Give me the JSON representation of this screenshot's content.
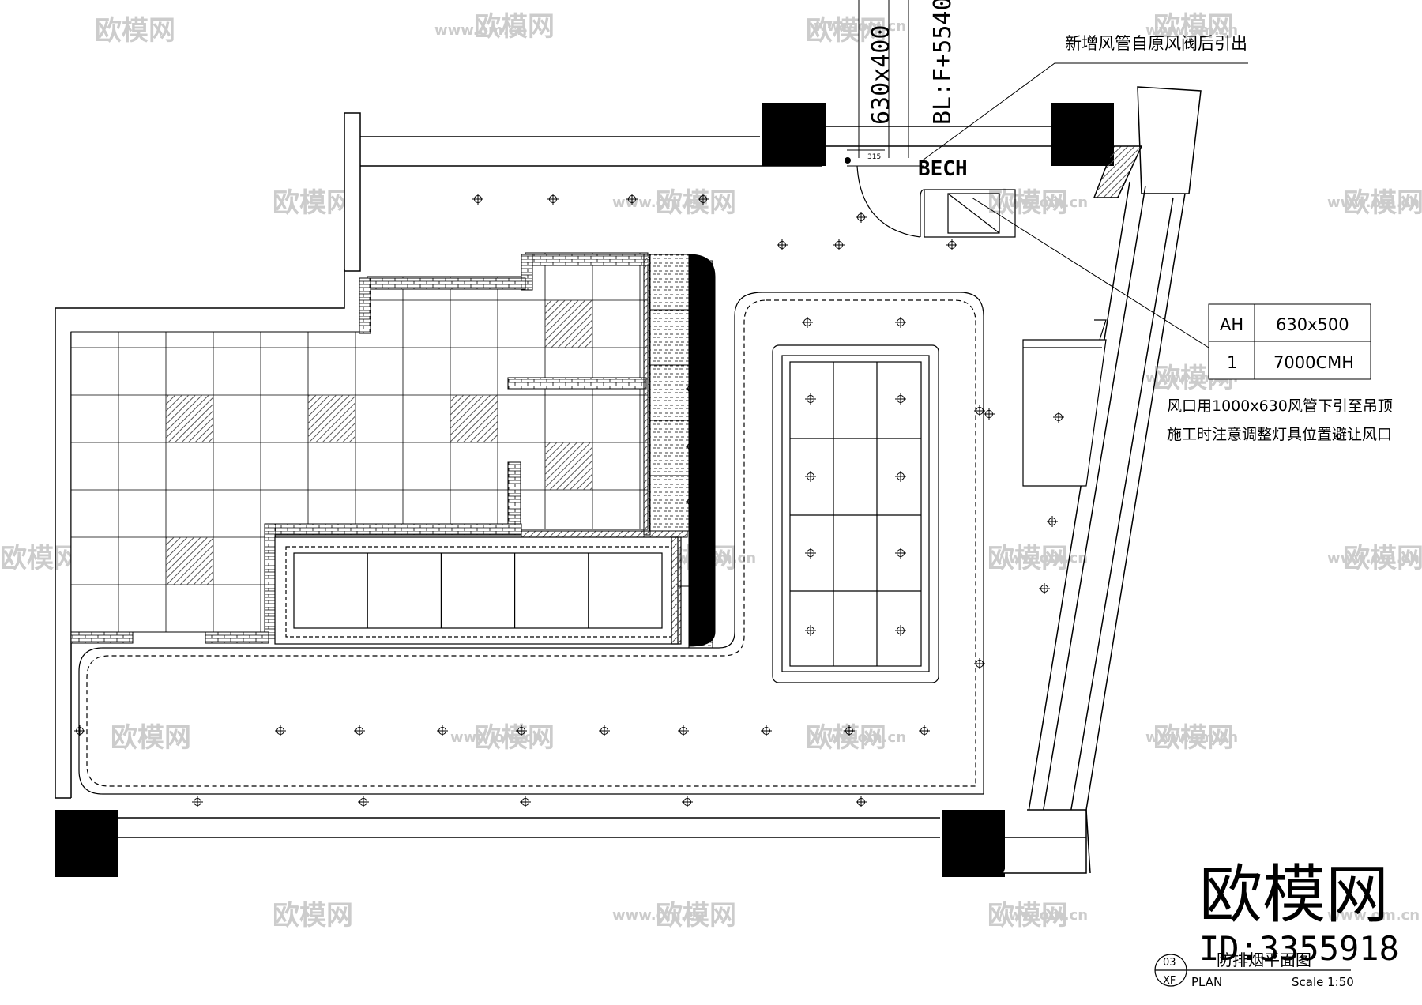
{
  "notes": {
    "duct_note": "新增风管自原风阀后引出",
    "duct_size": "630x400",
    "duct_elevation": "BL:F+5540",
    "dim_small": "315",
    "bech": "BECH",
    "outlet_note_1": "风口用1000x630风管下引至吊顶",
    "outlet_note_2": "施工时注意调整灯具位置避让风口"
  },
  "spec_table": {
    "rows": [
      [
        "AH",
        "630x500"
      ],
      [
        "1",
        "7000CMH"
      ]
    ]
  },
  "title_block": {
    "sheet_no": "03",
    "sheet_code": "XF",
    "title": "防排烟平面图",
    "plan_label": "PLAN",
    "scale": "Scale 1:50"
  },
  "brand": {
    "logo_text": "欧模网",
    "id_text": "ID:3355918",
    "watermark_text": "欧模网",
    "watermark_url": "www.om.cn"
  },
  "colors": {
    "line": "#000000",
    "wall_fill": "#000000",
    "hatch": "#555555",
    "watermark": "#c8c8c8"
  }
}
